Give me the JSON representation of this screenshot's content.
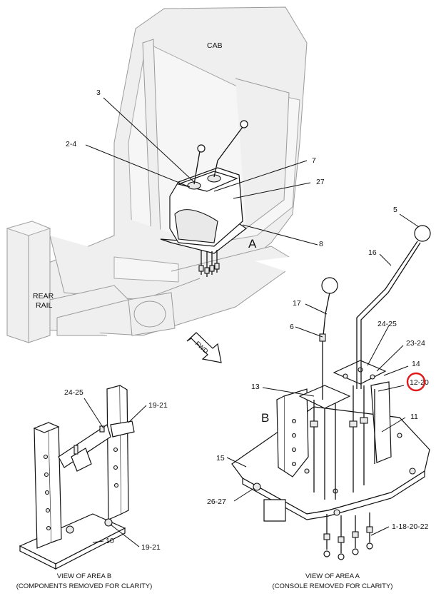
{
  "labels": {
    "cab": "CAB",
    "rear_rail": [
      "REAR",
      "RAIL"
    ],
    "fwd": "FWD",
    "view_a": "A",
    "view_b": "B",
    "c3": "3",
    "c2_4": "2-4",
    "c7": "7",
    "c27": "27",
    "c8": "8",
    "c5": "5",
    "c16": "16",
    "c17": "17",
    "c6": "6",
    "c24_25_a": "24-25",
    "c23_24": "23-24",
    "c14": "14",
    "c12_20": "12-20",
    "c13": "13",
    "c11": "11",
    "c15": "15",
    "c26_27": "26-27",
    "c1_18_20_22": "1-18-20-22",
    "c24_25_b": "24-25",
    "c19_21_top": "19-21",
    "c19_21_bot": "19-21",
    "c10": "10"
  },
  "captions": {
    "b_line1": "VIEW OF AREA B",
    "b_line2": "(COMPONENTS REMOVED FOR CLARITY)",
    "a_line1": "VIEW OF AREA A",
    "a_line2": "(CONSOLE REMOVED FOR CLARITY)"
  },
  "highlight": {
    "color": "#e0191b",
    "callout": "12-20"
  }
}
